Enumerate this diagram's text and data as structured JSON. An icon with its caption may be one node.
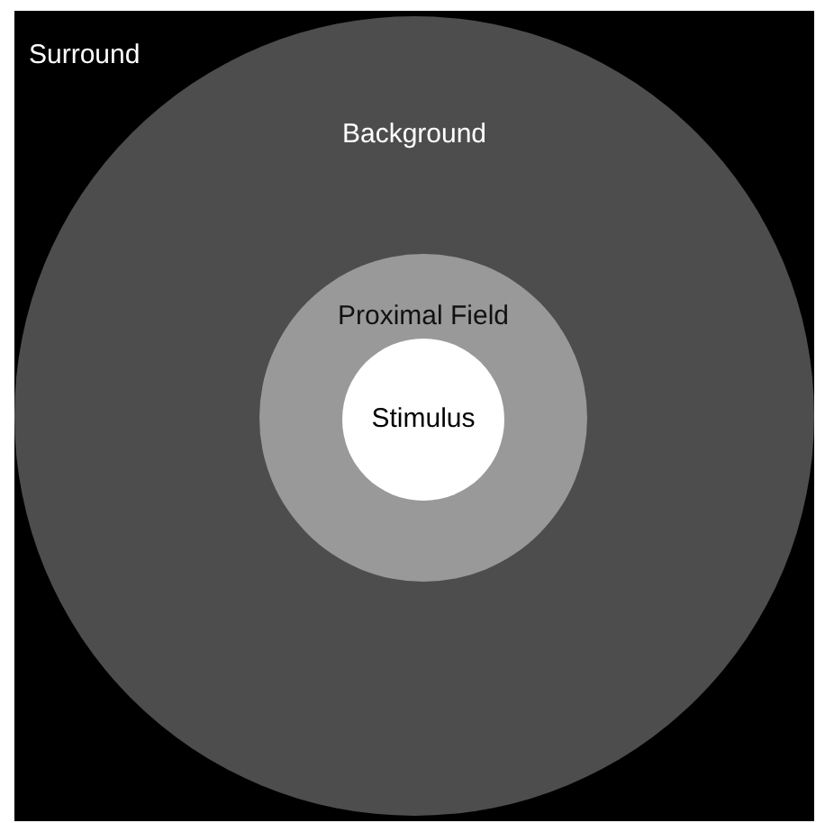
{
  "diagram": {
    "nodes": [
      {
        "text": [
          "Surround"
        ]
      },
      {
        "text": [
          "Background"
        ],
        "in": 0
      },
      {
        "text": [
          "Proximal Field"
        ],
        "in": 1
      },
      {
        "text": [
          "Stimulus"
        ],
        "in": 2
      }
    ]
  }
}
